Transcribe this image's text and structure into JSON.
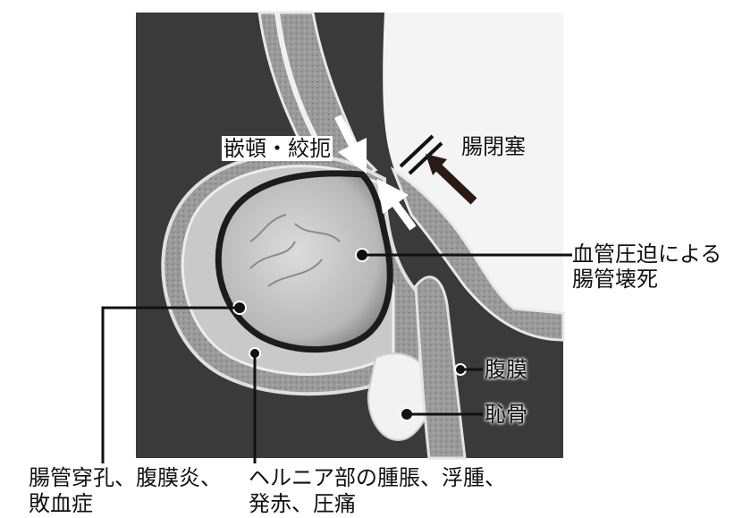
{
  "labels": {
    "incarceration": "嵌頓・絞扼",
    "obstruction": "腸閉塞",
    "necrosis_line1": "血管圧迫による",
    "necrosis_line2": "腸管壊死",
    "peritoneum": "腹膜",
    "pubis": "恥骨",
    "perforation_line1": "腸管穿孔、腹膜炎、",
    "perforation_line2": "敗血症",
    "hernia_line1": "ヘルニア部の腫脹、浮腫、",
    "hernia_line2": "発赤、圧痛"
  },
  "colors": {
    "background_dark": "#3a3a3a",
    "tissue_mid": "#8e8e8e",
    "tissue_light": "#c9c9c9",
    "lumen_white": "#f4f4f4",
    "arrow_white": "#ffffff",
    "arrow_dark": "#2a1a14"
  }
}
